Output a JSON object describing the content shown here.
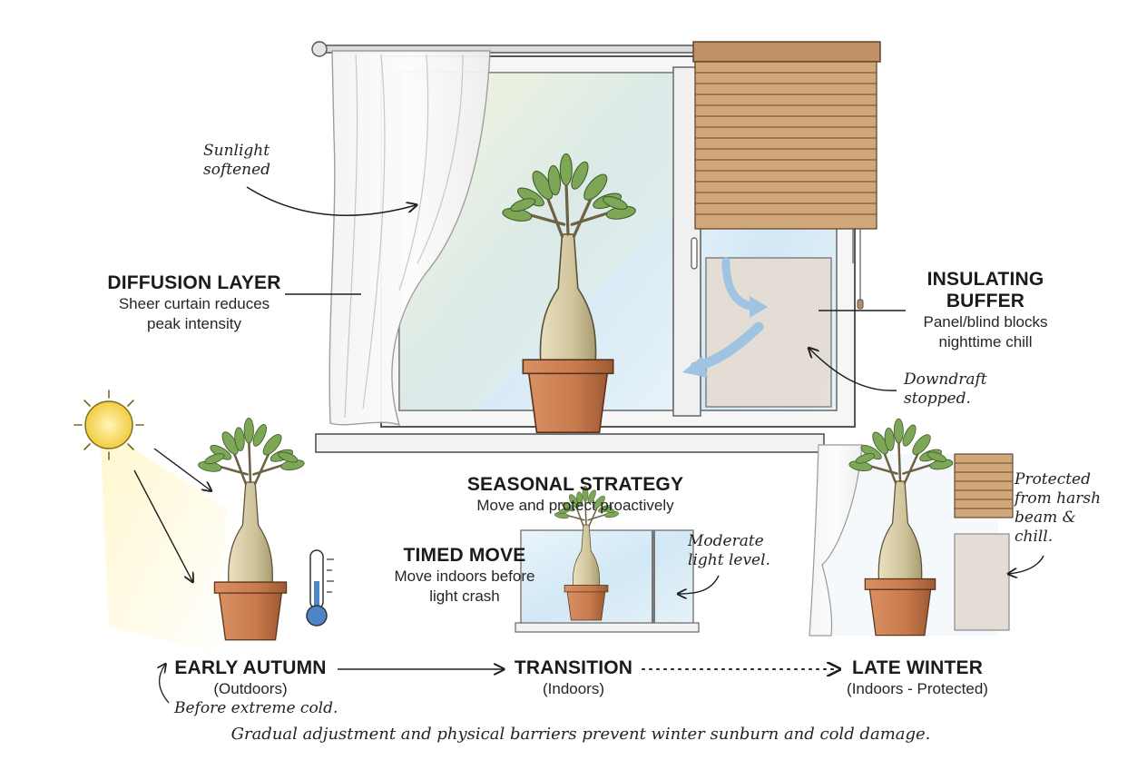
{
  "annotations": {
    "sunlight": [
      "Sunlight",
      "softened"
    ],
    "downdraft": [
      "Downdraft",
      "stopped."
    ],
    "moderate": [
      "Moderate",
      "light level."
    ],
    "protected": [
      "Protected",
      "from harsh",
      "beam &",
      "chill."
    ],
    "before_cold": "Before extreme cold."
  },
  "diffusion": {
    "title": "DIFFUSION LAYER",
    "desc": [
      "Sheer curtain reduces",
      "peak intensity"
    ]
  },
  "insulating": {
    "title": [
      "INSULATING",
      "BUFFER"
    ],
    "desc": [
      "Panel/blind blocks",
      "nighttime chill"
    ]
  },
  "strategy": {
    "title": "SEASONAL STRATEGY",
    "subtitle": "Move and protect proactively"
  },
  "timed_move": {
    "title": "TIMED MOVE",
    "desc": [
      "Move indoors before",
      "light crash"
    ]
  },
  "stages": [
    {
      "name": "EARLY AUTUMN",
      "location": "(Outdoors)"
    },
    {
      "name": "TRANSITION",
      "location": "(Indoors)"
    },
    {
      "name": "LATE WINTER",
      "location": "(Indoors - Protected)"
    }
  ],
  "footer": "Gradual adjustment and physical barriers prevent winter sunburn and cold damage.",
  "colors": {
    "ink": "#1e1e1e",
    "pot": "#c77a4c",
    "leaf": "#6f9a4f",
    "sun": "#f6d24a",
    "glass": "#d6eaf6",
    "blind": "#b8875a"
  }
}
